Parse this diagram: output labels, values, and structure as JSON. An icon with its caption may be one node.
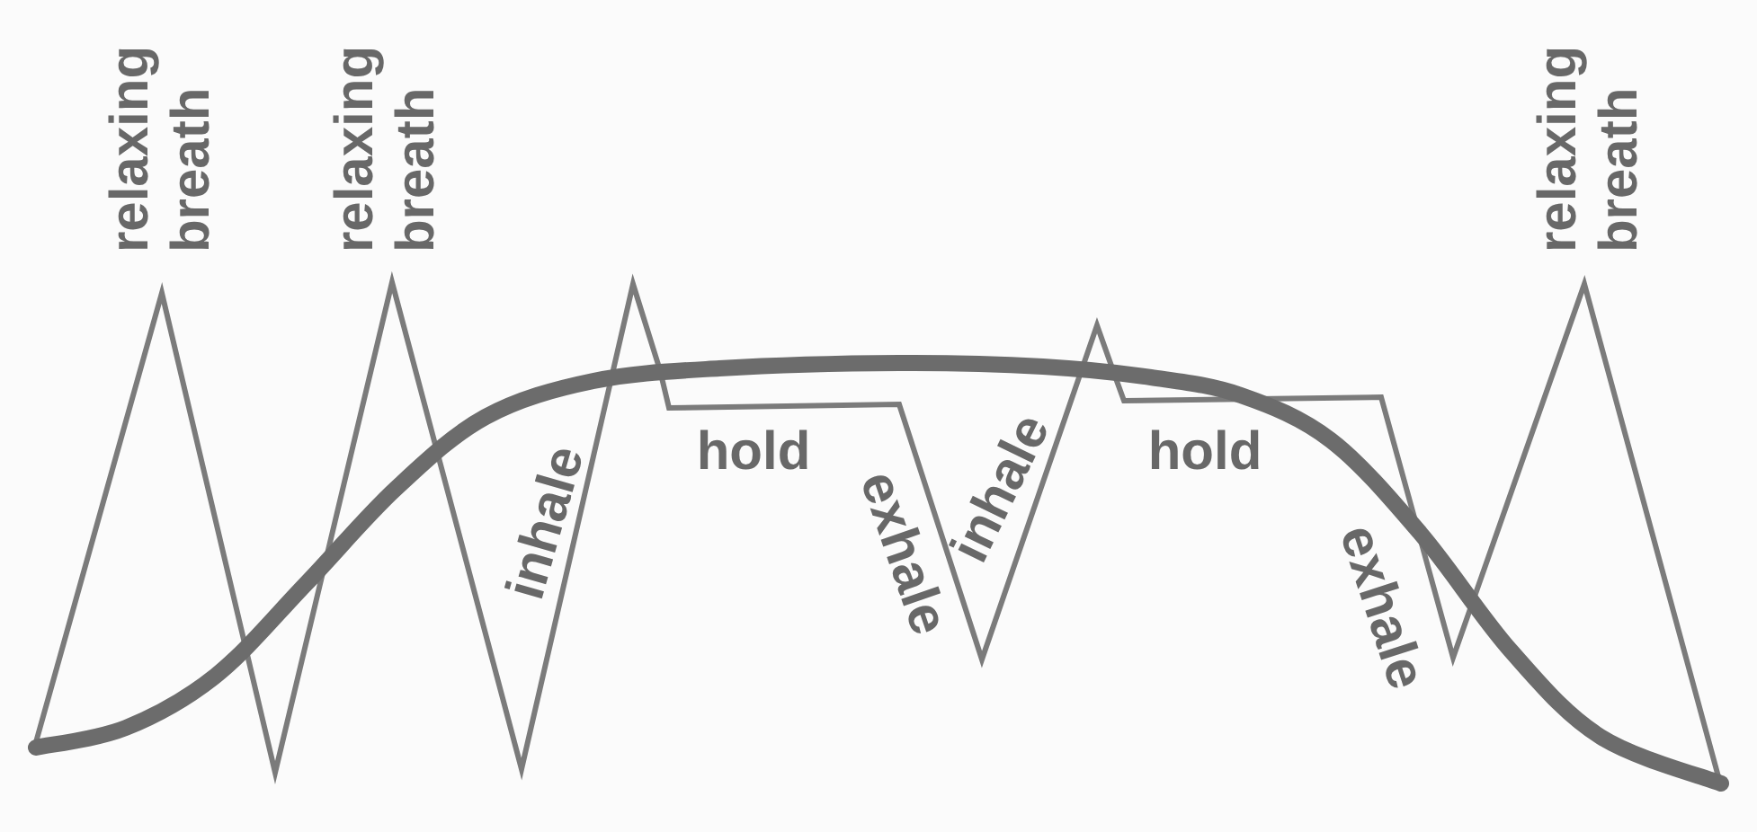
{
  "diagram": {
    "labels": [
      "relaxing breath",
      "relaxing breath",
      "inhale",
      "hold",
      "exhale",
      "inhale",
      "hold",
      "exhale",
      "relaxing breath"
    ]
  }
}
